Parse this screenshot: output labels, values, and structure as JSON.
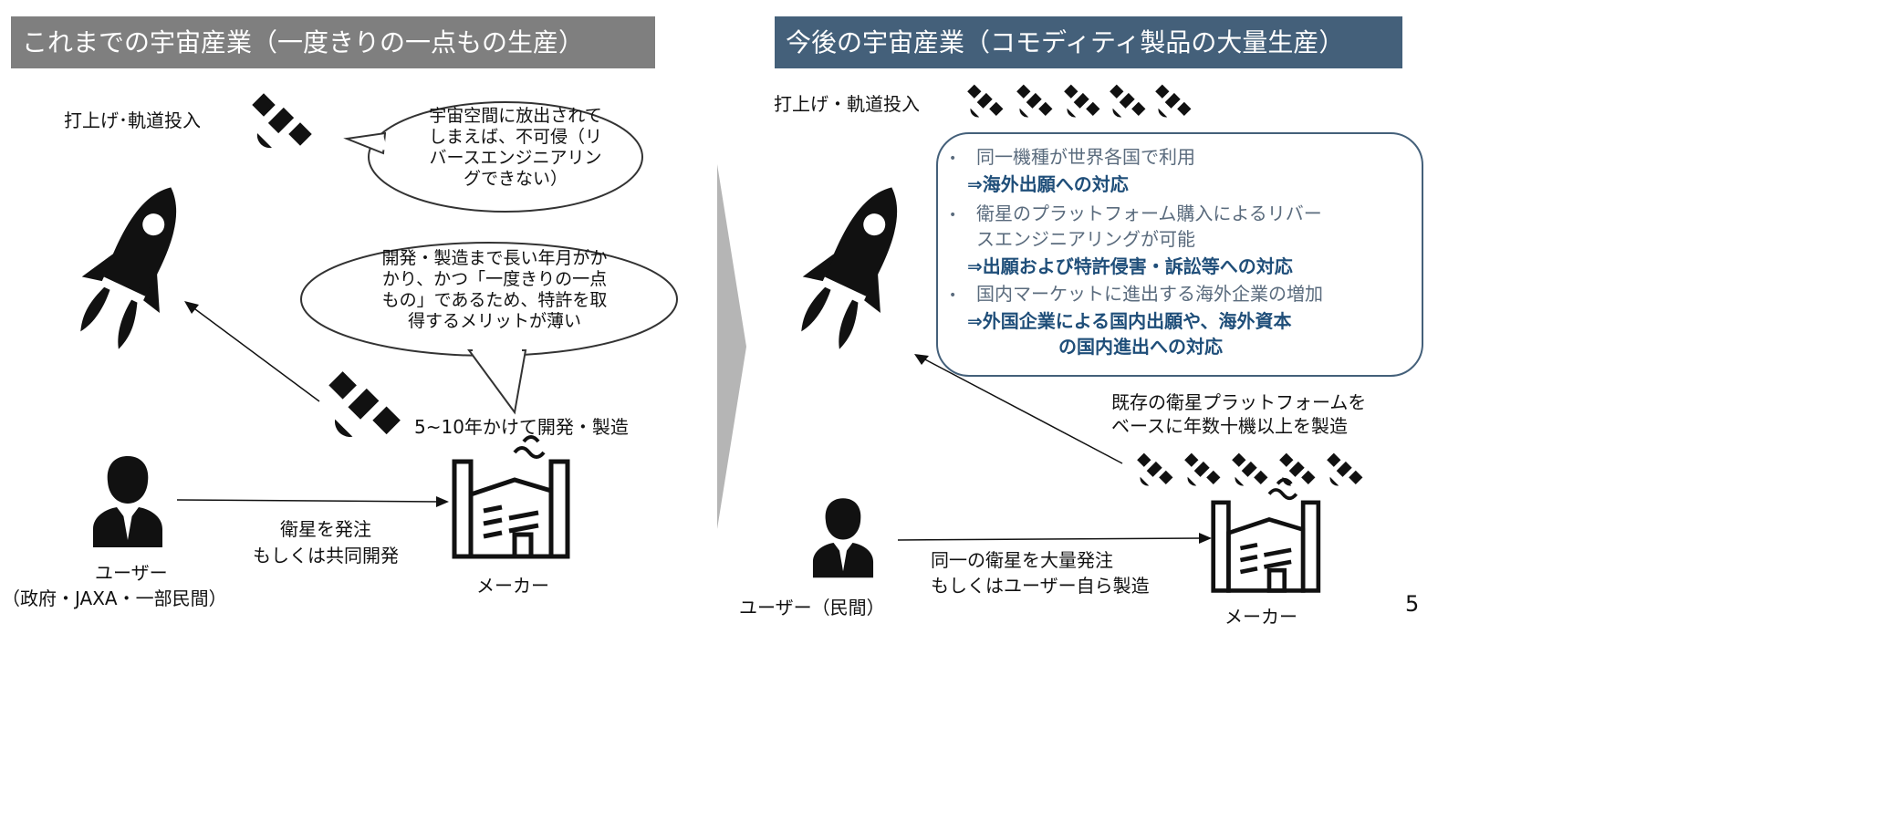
{
  "left": {
    "header": "これまでの宇宙産業（一度きりの一点もの生産）",
    "launch_label": "打上げ･軌道投入",
    "bubble_top": [
      "宇宙空間に放出されて",
      "しまえば、不可侵（リ",
      "バースエンジニアリン",
      "グできない）"
    ],
    "bubble_mid": [
      "開発・製造まで長い年月がか",
      "かり、かつ「一度きりの一点",
      "もの」であるため、特許を取",
      "得するメリットが薄い"
    ],
    "dev_label": "5~10年かけて開発・製造",
    "order_label": [
      "衛星を発注",
      "もしくは共同開発"
    ],
    "user_label": "ユーザー",
    "user_sub": "（政府・JAXA・一部民間）",
    "maker_label": "メーカー"
  },
  "right": {
    "header": "今後の宇宙産業（コモディティ製品の大量生産）",
    "launch_label": "打上げ・軌道投入",
    "bullets": [
      {
        "text": "同一機種が世界各国で利用",
        "sub": [
          "⇒海外出願への対応"
        ]
      },
      {
        "text": "衛星のプラットフォーム購入によるリバー",
        "text2": "スエンジニアリングが可能",
        "sub": [
          "⇒出願および特許侵害・訴訟等への対応"
        ]
      },
      {
        "text": "国内マーケットに進出する海外企業の増加",
        "sub": [
          "⇒外国企業による国内出願や、海外資本",
          "の国内進出への対応"
        ]
      }
    ],
    "platform_label": [
      "既存の衛星プラットフォームを",
      "ベースに年数十機以上を製造"
    ],
    "order_label": [
      "同一の衛星を大量発注",
      "もしくはユーザー自ら製造"
    ],
    "user_label": "ユーザー（民間）",
    "maker_label": "メーカー"
  },
  "page_number": "5"
}
